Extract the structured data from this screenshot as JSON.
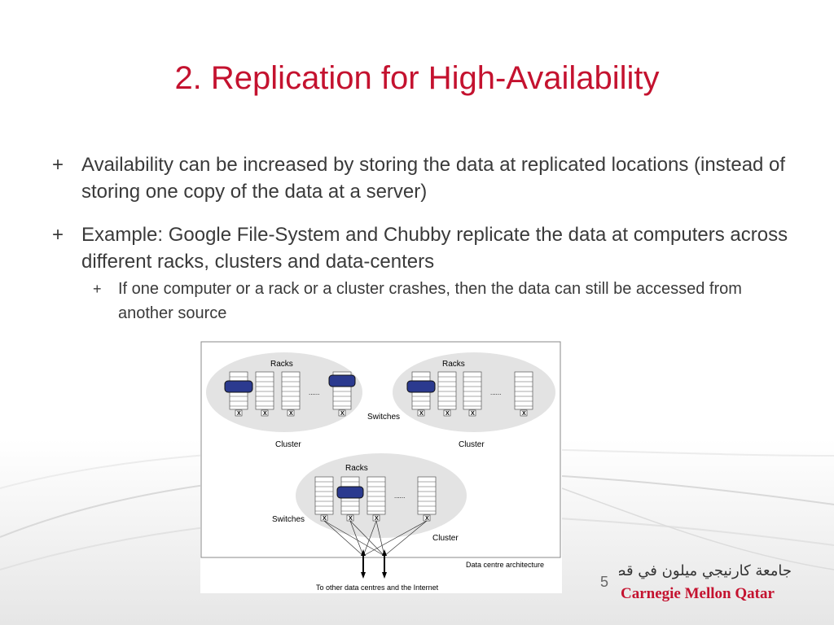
{
  "slide": {
    "title": "2. Replication for High-Availability",
    "number": "5"
  },
  "bullets": [
    {
      "marker": "+",
      "text": "Availability can be increased by storing the data at replicated locations (instead of storing one copy of the data at a server)"
    },
    {
      "marker": "+",
      "text": "Example: Google File-System and Chubby replicate the data at computers across different racks, clusters and data-centers"
    }
  ],
  "sub_bullet": {
    "marker": "+",
    "text": "If one computer or a rack or a cluster crashes, then the data can still be accessed from another source"
  },
  "diagram": {
    "racks_label": "Racks",
    "cluster_label": "Cluster",
    "switches_label": "Switches",
    "ellipsis": "......",
    "switch_mark": "X",
    "caption": "Data centre architecture",
    "footer_note": "To other data centres and the Internet"
  },
  "logo": {
    "arabic_text": "جامعة كارنيجي ميلون في قطر",
    "english_text": "Carnegie Mellon Qatar",
    "brand_color": "#c4122f"
  },
  "colors": {
    "title": "#c4122f",
    "body_text": "#3a3a3a",
    "cluster_fill": "#e3e3e3",
    "server_highlight": "#2b3a8f"
  }
}
